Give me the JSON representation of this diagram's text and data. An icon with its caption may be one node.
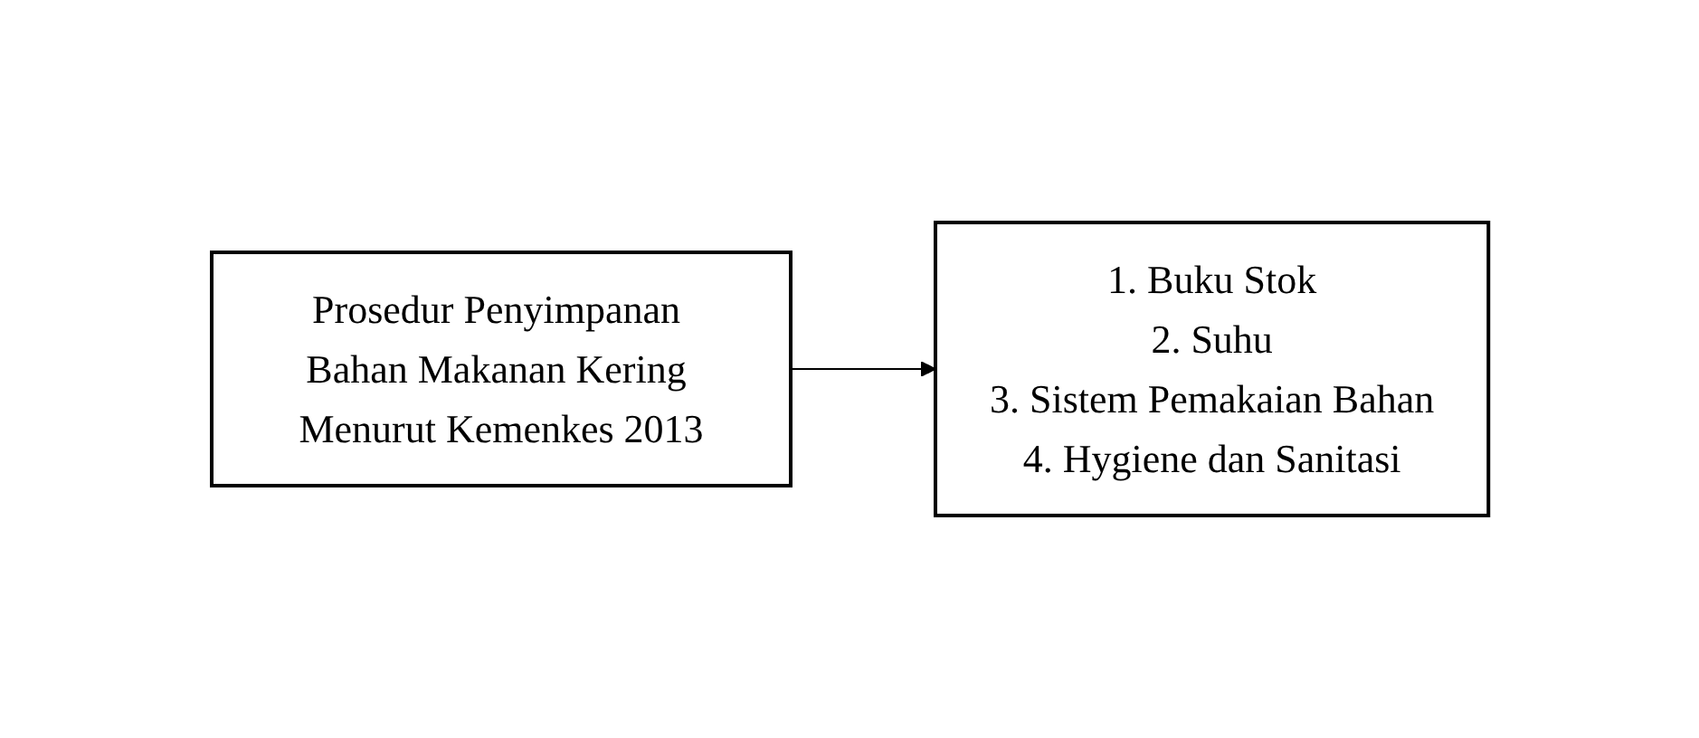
{
  "diagram": {
    "nodes": [
      {
        "text": [
          "Prosedur Penyimpanan Bahan Makanan Kering Menurut Kemenkes 2013"
        ]
      },
      {
        "text": [
          "1. Buku Stok",
          "2. Suhu",
          "3. Sistem Pemakaian Bahan",
          "4. Hygiene dan Sanitasi"
        ]
      }
    ],
    "edges": [
      {
        "from": 0,
        "to": 1,
        "arrow": "to"
      }
    ]
  }
}
